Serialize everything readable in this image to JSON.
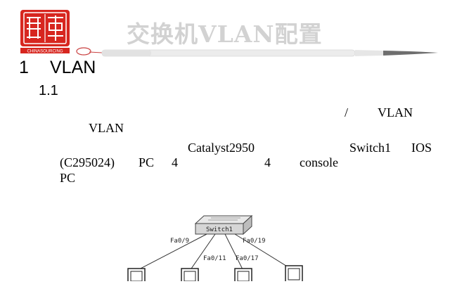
{
  "header": {
    "logo_text_top": "中",
    "logo_text_brand": "CHINASOURCING",
    "title": "交换机VLAN配置"
  },
  "section": {
    "number": "1",
    "heading": "VLAN",
    "subsection": "1.1"
  },
  "paragraph1": {
    "slash": "/",
    "vlan_a": "VLAN",
    "vlan_b": "VLAN"
  },
  "paragraph2": {
    "model": "Catalyst2950",
    "switch": "Switch1",
    "ios": "IOS",
    "ios_version": "(C295024)",
    "pc": "PC",
    "count_a": "4",
    "count_b": "4",
    "console": "console",
    "pc_b": "PC"
  },
  "diagram": {
    "switch_label": "Switch1",
    "ports": [
      "Fa0/9",
      "Fa0/11",
      "Fa0/17",
      "Fa0/19"
    ]
  },
  "colors": {
    "logo_red": "#d7261f",
    "title_gray": "#d2d2d2"
  }
}
